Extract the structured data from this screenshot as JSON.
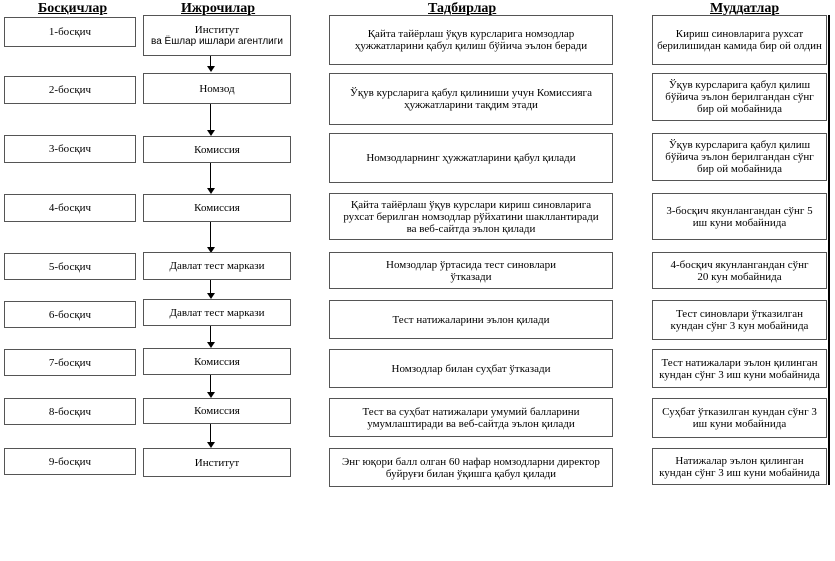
{
  "headers": {
    "stages": "Босқичлар",
    "executors": "Ижрочилар",
    "actions": "Тадбирлар",
    "deadlines": "Муддатлар"
  },
  "rows": [
    {
      "stage": "1-босқич",
      "executor_line1": "Институт",
      "executor_line2": "ва Ёшлар ишлари агентлиги",
      "action": "Қайта тайёрлаш ўқув курсларига номзодлар ҳужжатларини қабул қилиш бўйича эълон беради",
      "deadline": "Кириш синовларига рухсат берилишидан камида бир ой олдин"
    },
    {
      "stage": "2-босқич",
      "executor_line1": "Номзод",
      "action": "Ўқув курсларига қабул қилиниши учун Комиссияга ҳужжатларини тақдим этади",
      "deadline": "Ўқув курсларига қабул қилиш бўйича эълон берилгандан сўнг бир ой мобайнида"
    },
    {
      "stage": "3-босқич",
      "executor_line1": "Комиссия",
      "action": "Номзодларнинг ҳужжатларини қабул қилади",
      "deadline": "Ўқув курсларига қабул қилиш бўйича эълон берилгандан сўнг бир ой мобайнида"
    },
    {
      "stage": "4-босқич",
      "executor_line1": "Комиссия",
      "action": "Қайта тайёрлаш ўқув курслари кириш синовларига рухсат берилган номзодлар рўйхатини шакллантиради ва веб-сайтда эълон қилади",
      "deadline": "3-босқич якунлангандан сўнг 5 иш куни мобайнида"
    },
    {
      "stage": "5-босқич",
      "executor_line1": "Давлат тест маркази",
      "action": "Номзодлар ўртасида тест синовлари ўтказади",
      "deadline": "4-босқич якунлангандан сўнг 20 кун мобайнида"
    },
    {
      "stage": "6-босқич",
      "executor_line1": "Давлат тест маркази",
      "action": "Тест натижаларини эълон қилади",
      "deadline": "Тест синовлари ўтказилган кундан сўнг 3 кун мобайнида"
    },
    {
      "stage": "7-босқич",
      "executor_line1": "Комиссия",
      "action": "Номзодлар билан суҳбат ўтказади",
      "deadline": "Тест натижалари эълон қилинган кундан сўнг 3 иш куни мобайнида"
    },
    {
      "stage": "8-босқич",
      "executor_line1": "Комиссия",
      "action": "Тест ва суҳбат натижалари умумий балларини умумлаштиради ва веб-сайтда эълон қилади",
      "deadline": "Суҳбат ўтказилган кундан сўнг 3 иш куни мобайнида"
    },
    {
      "stage": "9-босқич",
      "executor_line1": "Институт",
      "action": "Энг юқори балл олган 60 нафар номзодларни директор буйруғи билан ўқишга қабул қилади",
      "deadline": "Натижалар эълон қилинган кундан сўнг 3 иш куни мобайнида"
    }
  ]
}
